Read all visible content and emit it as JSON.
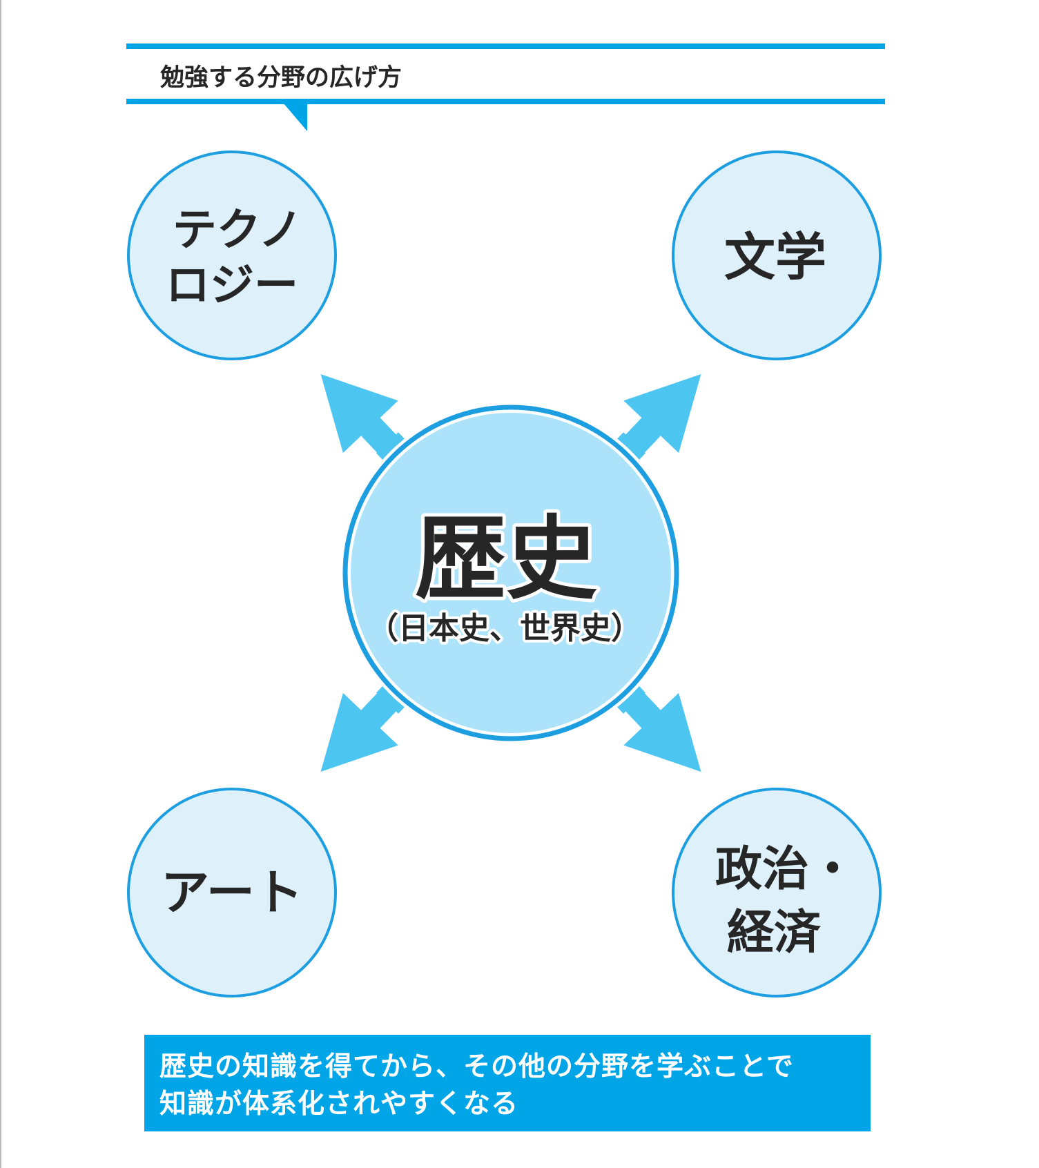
{
  "header": {
    "title": "勉強する分野の広げ方"
  },
  "center": {
    "title": "歴史",
    "subtitle": "（日本史、世界史）"
  },
  "nodes": {
    "technology": [
      "テクノ",
      "ロジー"
    ],
    "literature": "文学",
    "art": "アート",
    "politics": [
      "政治・",
      "経済"
    ]
  },
  "note": {
    "line1": "歴史の知識を得てから、その他の分野を学ぶことで",
    "line2": "知識が体系化されやすくなる"
  },
  "colors": {
    "accent": "#00a5e8",
    "arrow": "#4cc5f1",
    "circle_fill": "#def1fb",
    "center_fill": "#ade3fa",
    "circle_stroke": "#1c9ee0",
    "text": "#262626"
  }
}
